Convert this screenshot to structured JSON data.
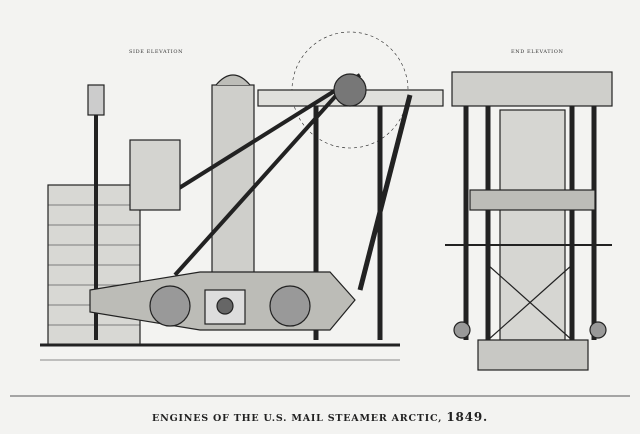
{
  "labels": {
    "side": "SIDE ELEVATION",
    "end": "END ELEVATION"
  },
  "caption": {
    "text": "ENGINES OF THE U.S. MAIL STEAMER ARCTIC,",
    "year": "1849."
  }
}
